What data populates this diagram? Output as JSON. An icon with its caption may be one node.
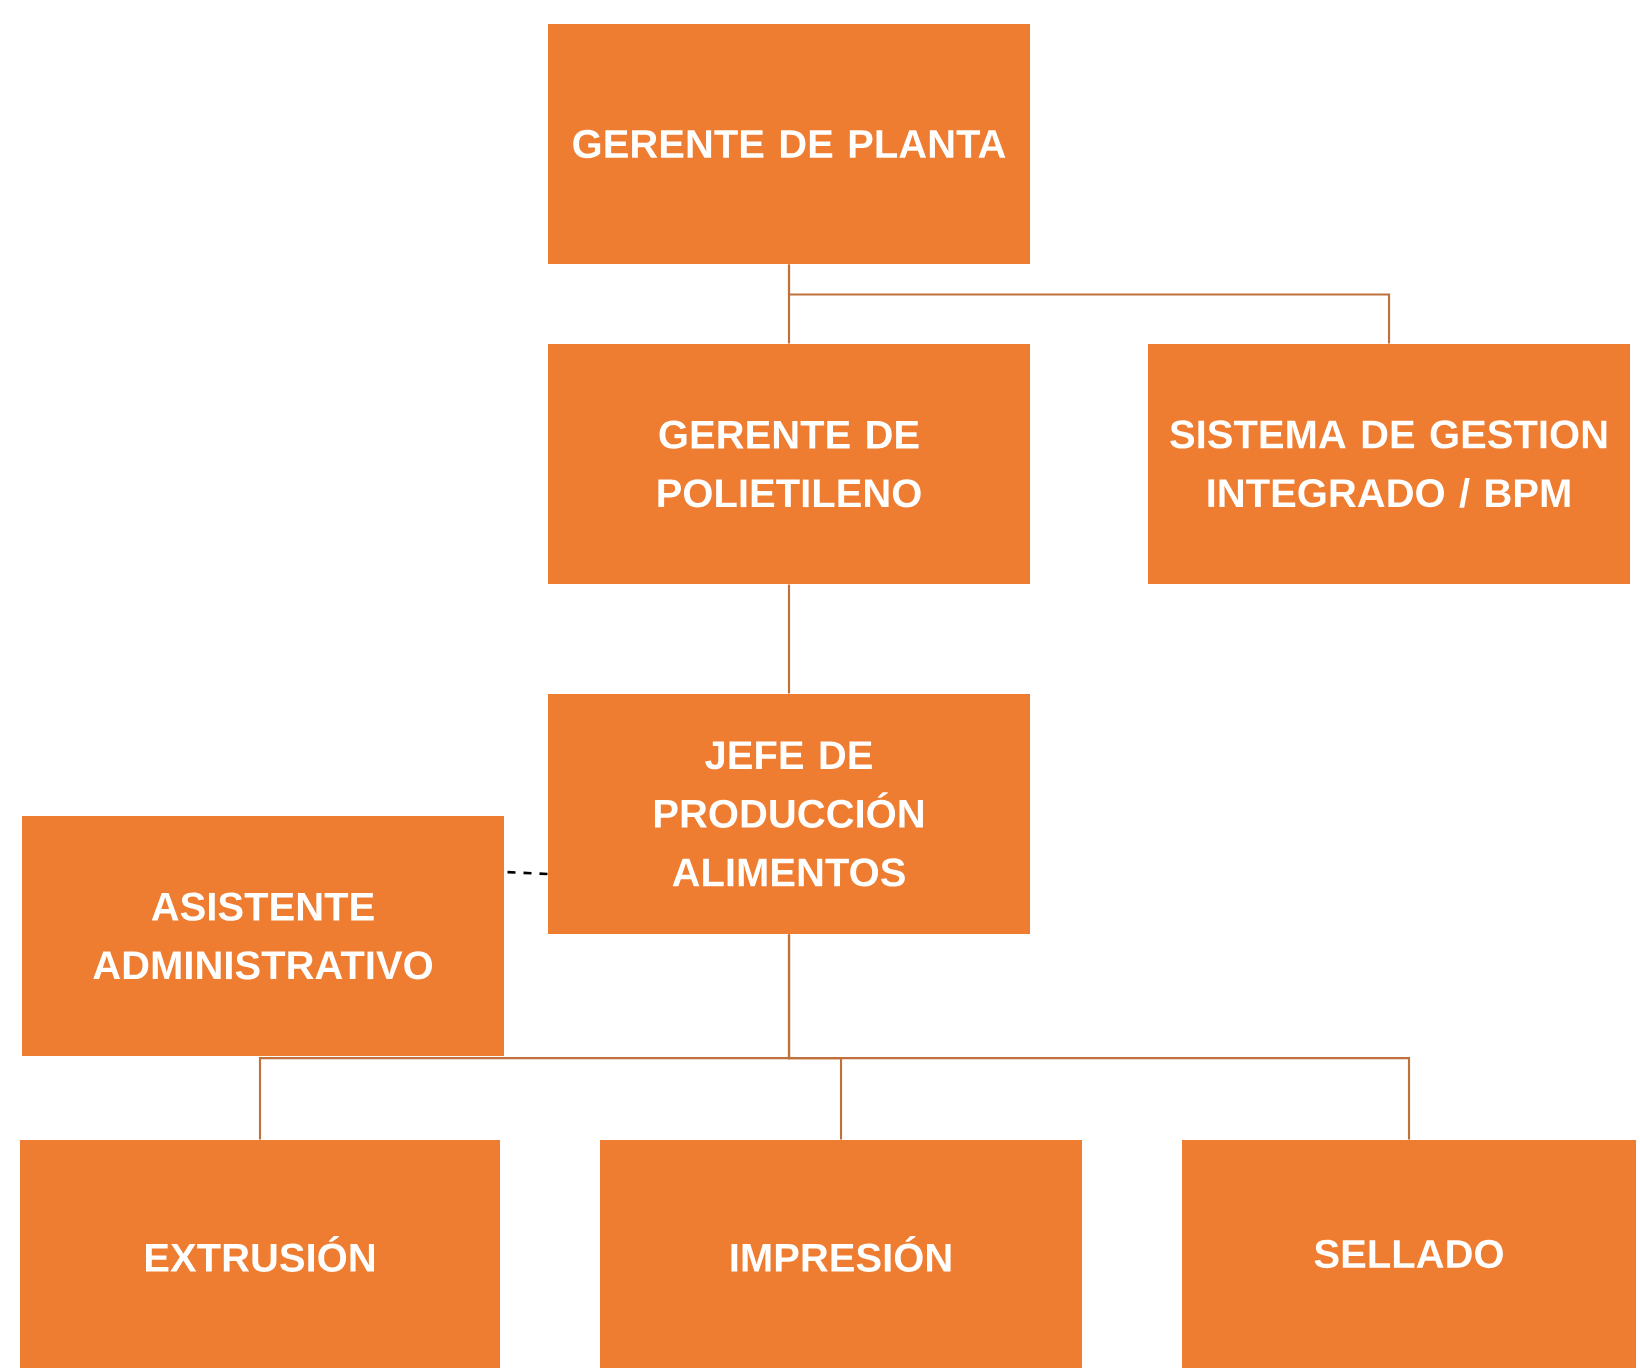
{
  "diagram": {
    "nodes": [
      {
        "text": [
          "GERENTE DE PLANTA"
        ]
      },
      {
        "text": [
          "GERENTE DE POLIETILENO"
        ]
      },
      {
        "text": [
          "SISTEMA DE GESTION INTEGRADO / BPM"
        ]
      },
      {
        "text": [
          "JEFE DE PRODUCCIÓN ALIMENTOS"
        ]
      },
      {
        "text": [
          "ASISTENTE ADMINISTRATIVO"
        ]
      },
      {
        "text": [
          "EXTRUSIÓN"
        ]
      },
      {
        "text": [
          "IMPRESIÓN"
        ]
      },
      {
        "text": [
          "SELLADO"
        ]
      }
    ],
    "edges": [
      {
        "from": 0,
        "to": 1,
        "arrow": "none"
      },
      {
        "from": 0,
        "to": 2,
        "arrow": "none"
      },
      {
        "from": 1,
        "to": 3,
        "arrow": "none"
      },
      {
        "from": 3,
        "to": 4,
        "arrow": "none",
        "style": "dashed",
        "color": "#000000"
      },
      {
        "from": 3,
        "to": 5,
        "arrow": "none"
      },
      {
        "from": 3,
        "to": 6,
        "arrow": "none"
      },
      {
        "from": 3,
        "to": 7,
        "arrow": "none"
      }
    ]
  }
}
